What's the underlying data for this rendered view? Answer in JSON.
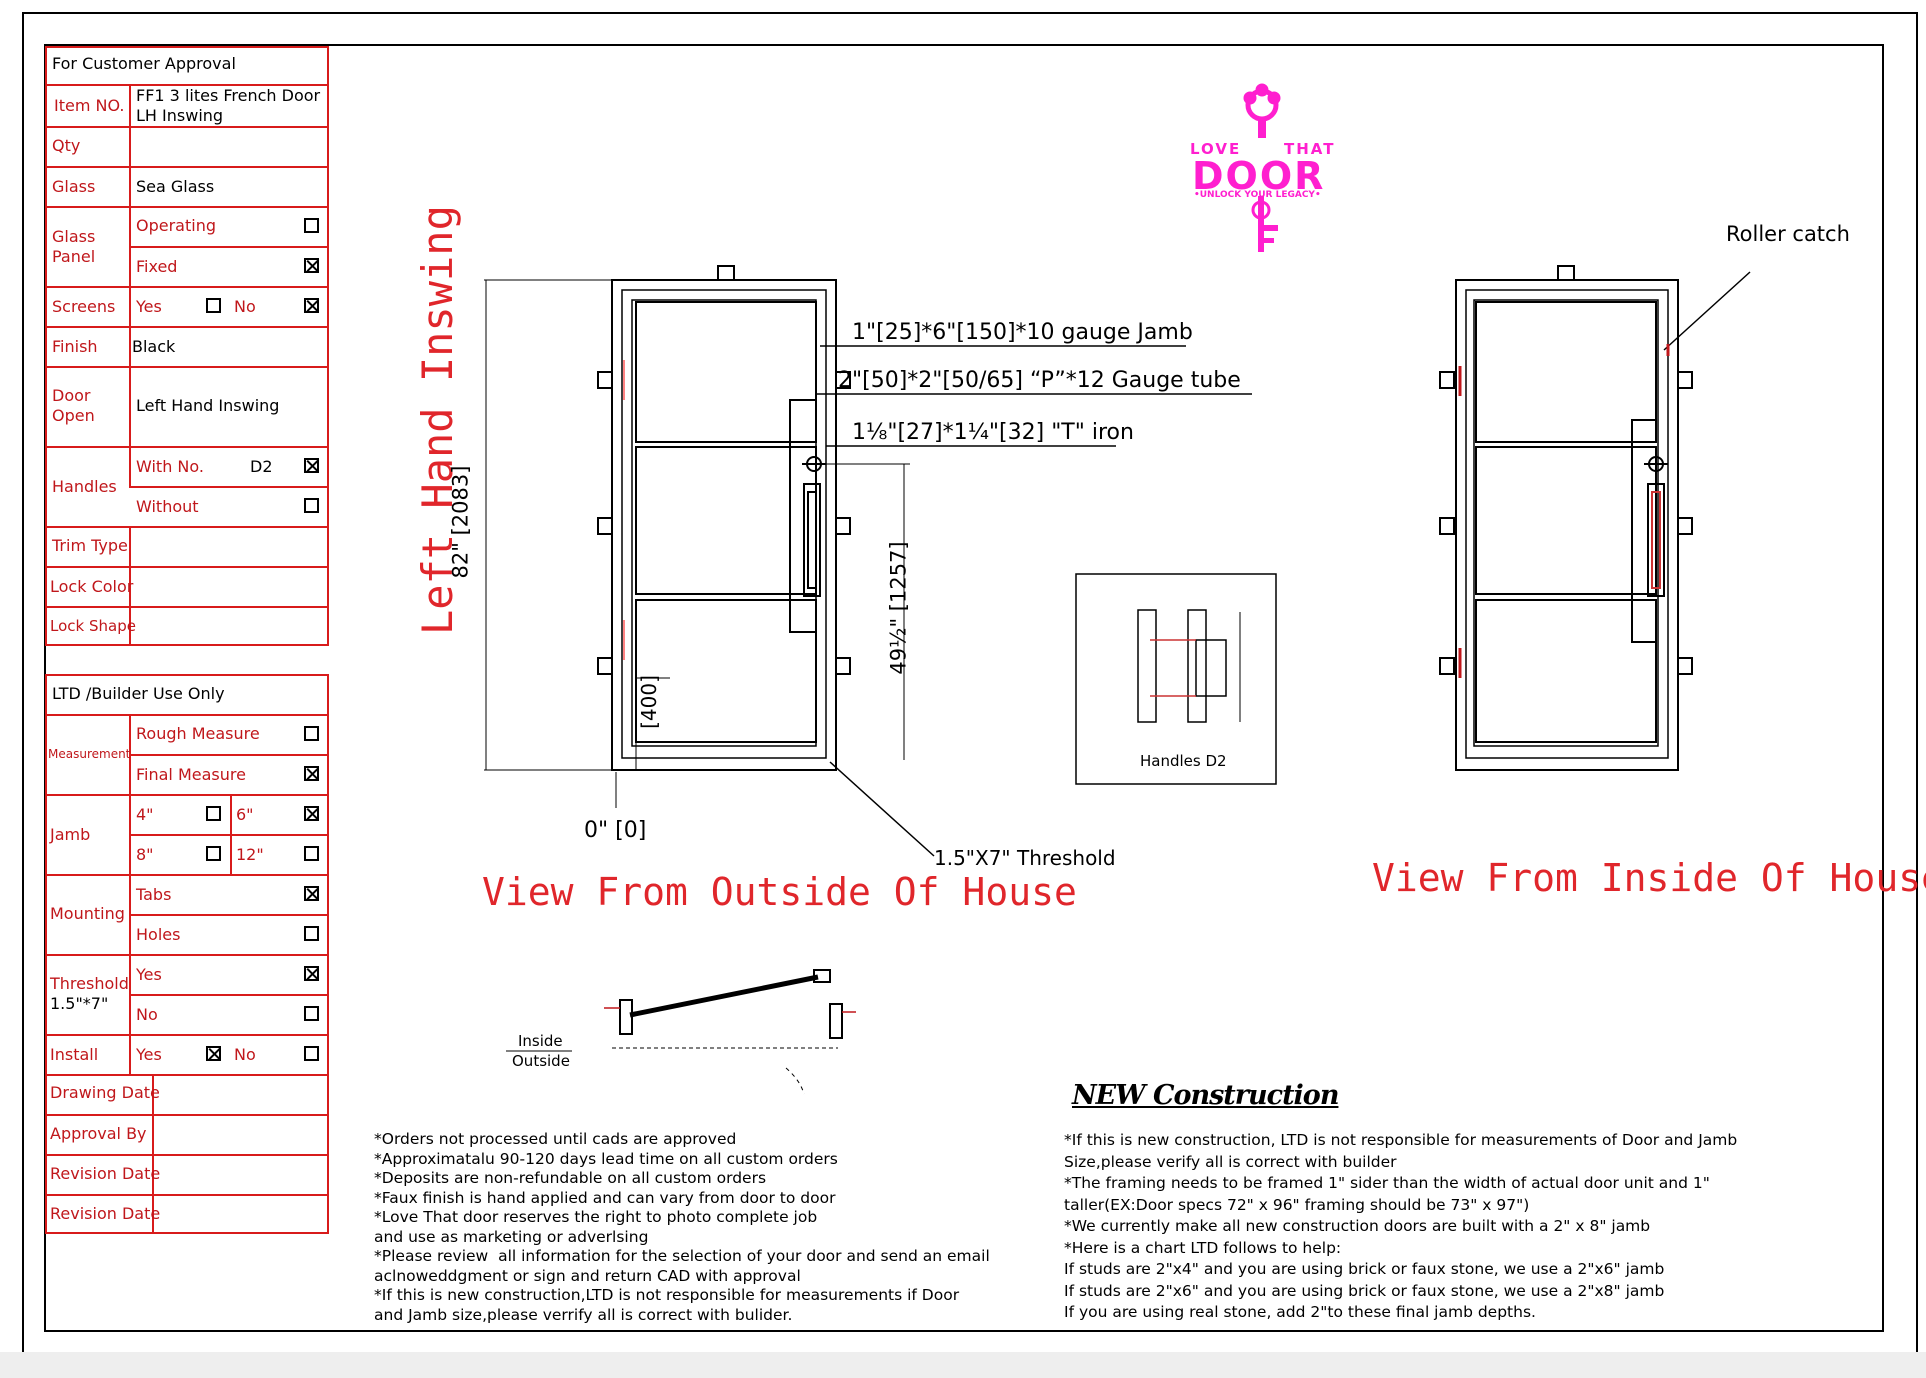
{
  "form_top": {
    "header": "For Customer Approval",
    "item_no_label": "Item NO.",
    "item_no_value_1": "FF1 3 lites French Door",
    "item_no_value_2": "LH Inswing",
    "qty_label": "Qty",
    "glass_label": "Glass",
    "glass_value": "Sea Glass",
    "glass_panel_label_1": "Glass",
    "glass_panel_label_2": "Panel",
    "operating_label": "Operating",
    "fixed_label": "Fixed",
    "screens_label": "Screens",
    "yes_label": "Yes",
    "no_label": "No",
    "finish_label": "Finish",
    "finish_value": "Black",
    "door_open_label_1": "Door",
    "door_open_label_2": "Open",
    "door_open_value": "Left Hand Inswing",
    "handles_label": "Handles",
    "with_no_label": "With No.",
    "with_no_value": "D2",
    "without_label": "Without",
    "trim_type_label": "Trim Type",
    "lock_color_label": "Lock Color",
    "lock_shape_label": "Lock Shape"
  },
  "form_bottom": {
    "header": "LTD /Builder Use Only",
    "measurement_label": "Measurement",
    "rough_measure_label": "Rough Measure",
    "final_measure_label": "Final Measure",
    "jamb_label": "Jamb",
    "jamb_4": "4\"",
    "jamb_6": "6\"",
    "jamb_8": "8\"",
    "jamb_12": "12\"",
    "mounting_label": "Mounting",
    "tabs_label": "Tabs",
    "holes_label": "Holes",
    "threshold_label": "Threshold",
    "threshold_size": "1.5\"*7\"",
    "yes_label": "Yes",
    "no_label": "No",
    "install_label": "Install",
    "drawing_date_label": "Drawing Date",
    "approval_by_label": "Approval By",
    "revision_date_label_1": "Revision Date",
    "revision_date_label_2": "Revision Date"
  },
  "drawing": {
    "side_title": "Left Hand Inswing",
    "outside_title": "View From Outside Of House",
    "inside_title": "View From Inside Of House",
    "jamb_spec": "1\"[25]*6\"[150]*10 gauge Jamb",
    "tube_spec": "2\"[50]*2\"[50/65] “P”*12 Gauge tube",
    "iron_spec": "1⅛\"[27]*1¼\"[32] \"T\" iron",
    "height_dim": "82\" [2083]",
    "handle_height_dim": "49½\" [1257]",
    "small_dim": "[400]",
    "sill_dim": "0\" [0]",
    "threshold_label": "1.5\"X7\" Threshold",
    "roller_catch_label": "Roller catch",
    "handles_detail_label": "Handles D2",
    "inside_label": "Inside",
    "outside_label": "Outside"
  },
  "logo": {
    "line1_left": "LOVE",
    "line1_right": "THAT",
    "line2": "DOOR",
    "tagline": "•UNLOCK YOUR LEGACY•",
    "color": "#ff1fcf"
  },
  "notes_left": [
    "*Orders not processed until cads are approved",
    "*Approximatalu 90-120 days lead time on all custom orders",
    "*Deposits are non-refundable on all custom orders",
    "*Faux finish is hand applied and can vary from door to door",
    "*Love That door reserves the right to photo complete job",
    "and use as marketing or adverlsing",
    "*Please review  all information for the selection of your door and send an email",
    "aclnoweddgment or sign and return CAD with approval",
    "*If this is new construction,LTD is not responsible for measurements if Door",
    "and Jamb size,please verrify all is correct with bulider."
  ],
  "new_construction": {
    "title": "NEW Construction",
    "lines": [
      "*If this is new construction, LTD is not responsible for measurements of Door and Jamb",
      "Size,please verify all is correct with builder",
      "*The framing needs to be framed 1\" sider than the width of actual door unit and 1\"",
      "taller(EX:Door specs 72\" x 96\" framing should be 73\" x 97\")",
      "*We currently make all new construction doors are built with a 2\" x 8\" jamb",
      "*Here is a chart LTD follows to help:",
      "If studs are 2\"x4\" and you are using brick or faux stone, we use a 2\"x6\" jamb",
      "If studs are 2\"x6\" and you are using brick or faux stone, we use a 2\"x8\" jamb",
      "If you are using real stone, add 2\"to these final jamb depths."
    ]
  },
  "colors": {
    "form_red": "#d81b1b",
    "title_red": "#e0262b",
    "logo_magenta": "#ff1fcf"
  }
}
